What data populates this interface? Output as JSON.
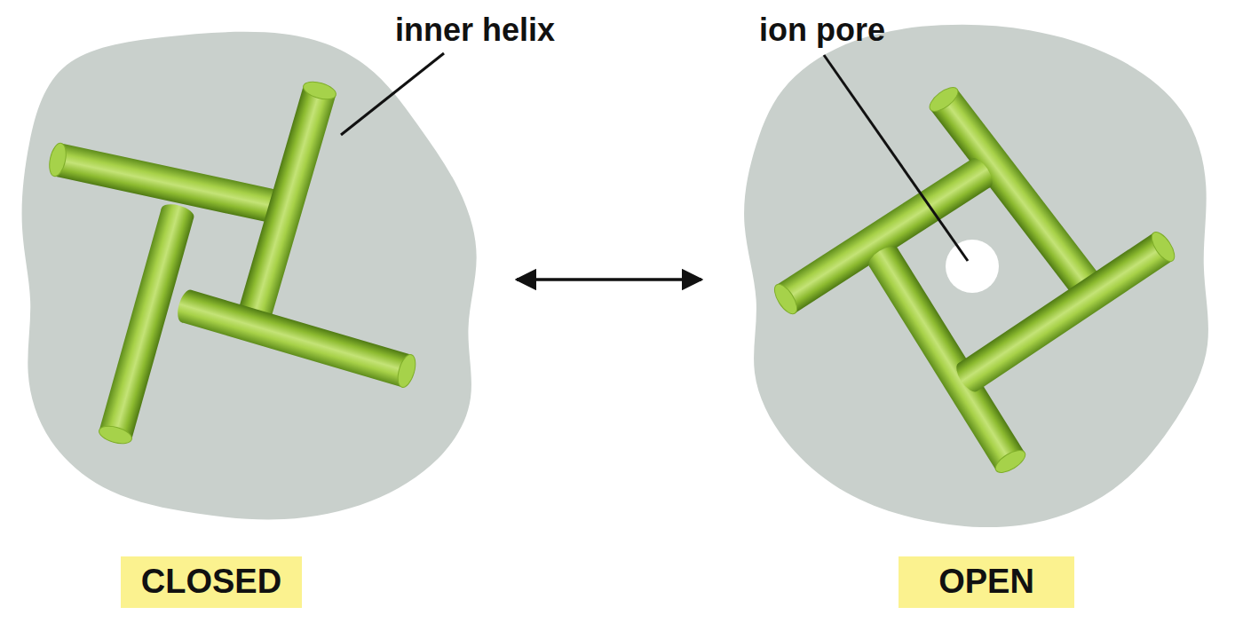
{
  "diagram": {
    "nodes": [
      {
        "text": [
          "CLOSED"
        ]
      },
      {
        "text": [
          "OPEN"
        ]
      }
    ],
    "labels": [
      "inner helix",
      "ion pore"
    ]
  }
}
